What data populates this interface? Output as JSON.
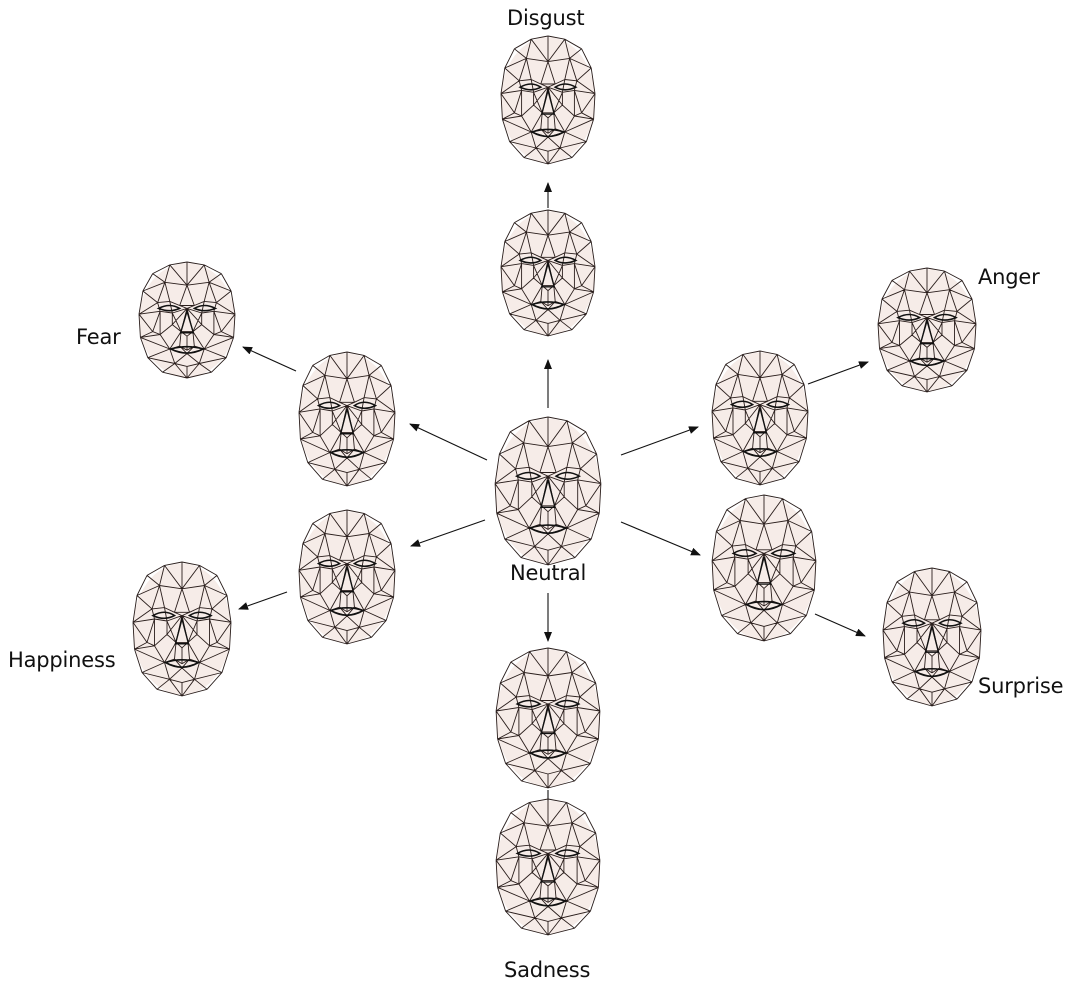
{
  "labels": {
    "disgust": "Disgust",
    "anger": "Anger",
    "fear": "Fear",
    "neutral": "Neutral",
    "happiness": "Happiness",
    "surprise": "Surprise",
    "sadness": "Sadness"
  },
  "colors": {
    "mesh": "#2a1e1c",
    "mesh_tint": "#f6ece8",
    "arrow": "#111111"
  }
}
